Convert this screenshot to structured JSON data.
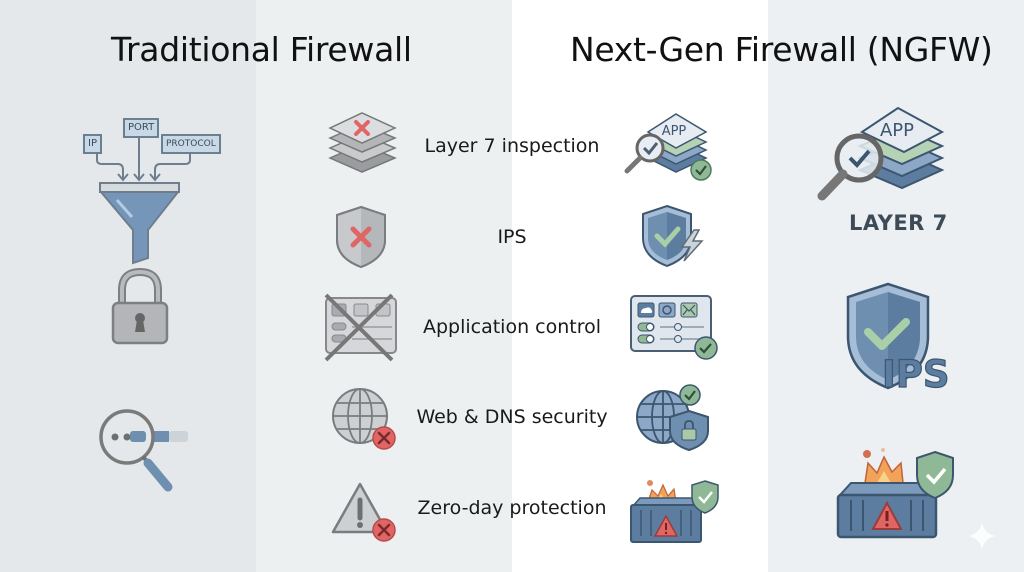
{
  "titles": {
    "left": "Traditional Firewall",
    "right": "Next-Gen Firewall (NGFW)"
  },
  "traditional": {
    "filter_inputs": [
      "IP",
      "PORT",
      "PROTOCOL"
    ],
    "icons": [
      "funnel-icon",
      "padlock-icon",
      "magnifier-search-icon"
    ]
  },
  "features": [
    {
      "label": "Layer 7 inspection",
      "traditional_status": "unsupported",
      "ngfw_status": "supported"
    },
    {
      "label": "IPS",
      "traditional_status": "unsupported",
      "ngfw_status": "supported"
    },
    {
      "label": "Application control",
      "traditional_status": "unsupported",
      "ngfw_status": "supported"
    },
    {
      "label": "Web & DNS security",
      "traditional_status": "unsupported",
      "ngfw_status": "supported"
    },
    {
      "label": "Zero-day protection",
      "traditional_status": "unsupported",
      "ngfw_status": "supported"
    }
  ],
  "ngfw_panel": {
    "layer_icon_text": "APP",
    "layer_caption": "LAYER 7",
    "ips_caption": "IPS"
  },
  "colors": {
    "blue": "#5b7fa6",
    "green": "#8fb996",
    "red": "#e06666",
    "gray": "#8a8a8a"
  }
}
